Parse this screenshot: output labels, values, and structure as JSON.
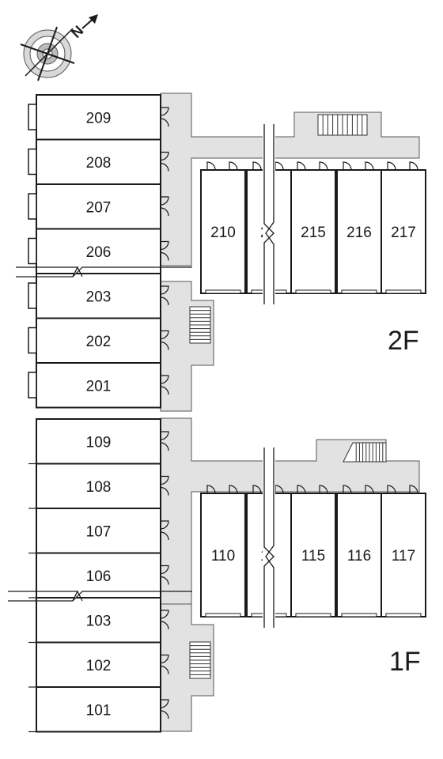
{
  "compass": {
    "north_label": "N",
    "icon": "compass-rose-icon"
  },
  "floors": [
    {
      "id": "2f",
      "label": "2F",
      "west_rooms": [
        "209",
        "208",
        "207",
        "206",
        "203",
        "202",
        "201"
      ],
      "east_rooms": [
        "210",
        "2╴",
        "215",
        "216",
        "217"
      ]
    },
    {
      "id": "1f",
      "label": "1F",
      "west_rooms": [
        "109",
        "108",
        "107",
        "106",
        "103",
        "102",
        "101"
      ],
      "east_rooms": [
        "110",
        "1╴",
        "115",
        "116",
        "117"
      ]
    }
  ],
  "colors": {
    "corridor": "#e2e2e2",
    "wall": "#1a1a1a",
    "room": "#ffffff"
  }
}
